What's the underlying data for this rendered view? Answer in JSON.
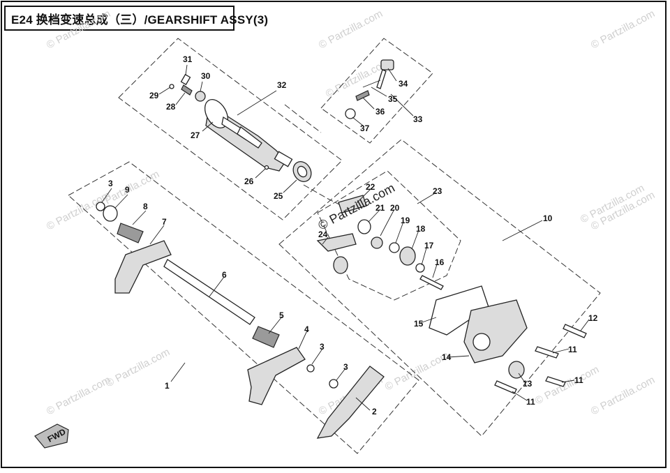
{
  "title": "E24 换档变速总成（三）/GEARSHIFT ASSY(3)",
  "callouts": [
    "1",
    "2",
    "3",
    "4",
    "5",
    "6",
    "7",
    "8",
    "9",
    "10",
    "11",
    "12",
    "13",
    "14",
    "15",
    "16",
    "17",
    "18",
    "19",
    "20",
    "21",
    "22",
    "23",
    "24",
    "25",
    "26",
    "27",
    "28",
    "29",
    "30",
    "31",
    "32",
    "33",
    "34",
    "35",
    "36",
    "37"
  ],
  "fwd_label": "FWD",
  "watermark": "© Partzilla.com",
  "watermark_main": "© Partzilla.com"
}
